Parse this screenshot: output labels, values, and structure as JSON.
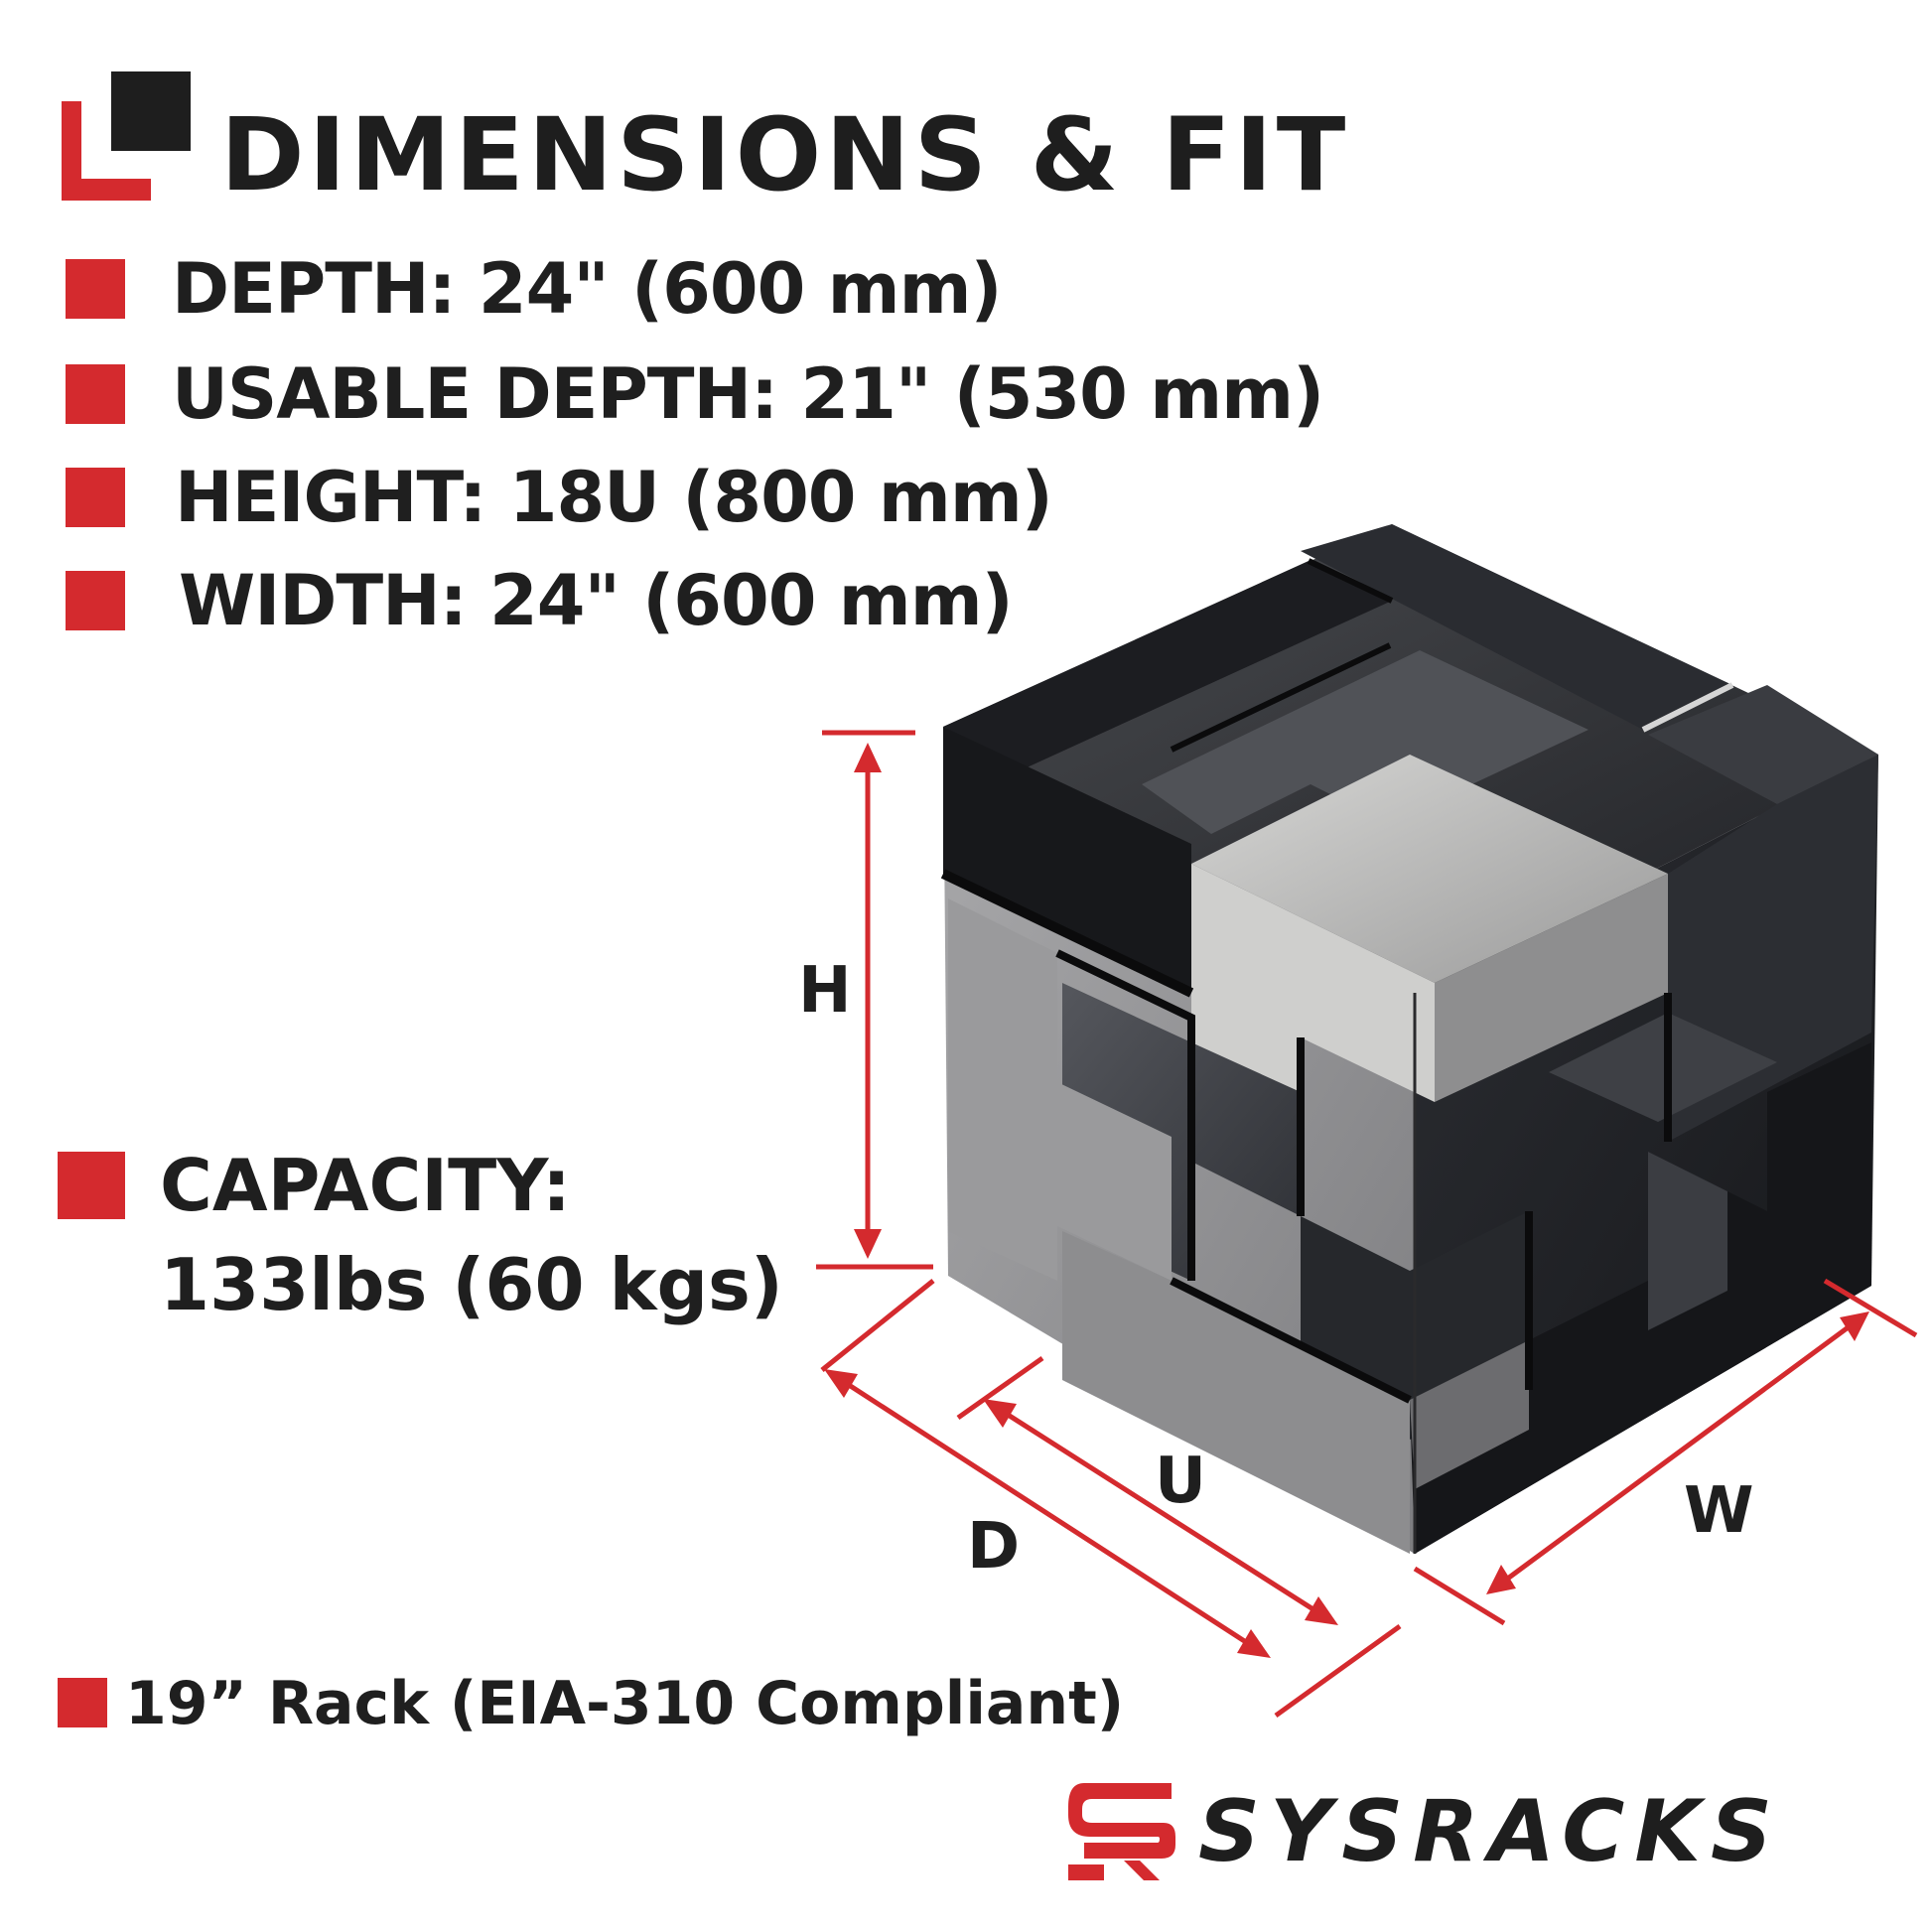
{
  "title": "DIMENSIONS & FIT",
  "specs": [
    {
      "text": "DEPTH: 24\" (600 mm)"
    },
    {
      "text": "USABLE DEPTH: 21\" (530 mm)"
    },
    {
      "text": "HEIGHT: 18U (800 mm)"
    },
    {
      "text": "WIDTH: 24\" (600 mm)"
    }
  ],
  "capacity": {
    "label": "CAPACITY:",
    "value": "133lbs (60 kgs)"
  },
  "rack_note": "19” Rack (EIA-310 Compliant)",
  "dimension_labels": {
    "height": "H",
    "usable": "U",
    "depth": "D",
    "width": "W"
  },
  "brand": {
    "name": "SYSRACKS"
  },
  "colors": {
    "accent": "#d42a2e",
    "text": "#1e1e1e",
    "bg": "#ffffff"
  }
}
